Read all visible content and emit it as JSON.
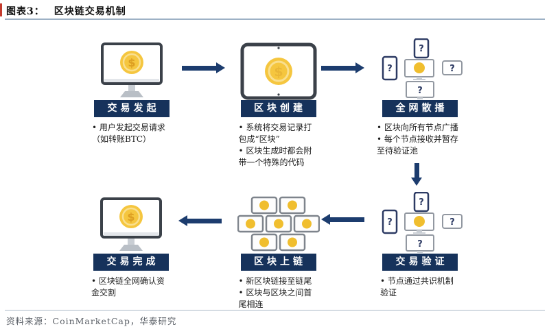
{
  "header": {
    "figure_label": "图表3：",
    "title": "区块链交易机制"
  },
  "footer": {
    "source": "资料来源：CoinMarketCap，华泰研究"
  },
  "glyphs": {
    "dollar": "$",
    "question": "?"
  },
  "colors": {
    "label_navy": "#16325b",
    "arrow_navy": "#1c3c6e",
    "coin_gold": "#f5c63f",
    "rule_blue_gray": "#9db1c5",
    "accent_red": "#c43b2e"
  },
  "steps": [
    {
      "label": "交易发起",
      "icon": "monitor-coin-icon",
      "bullets": [
        "• 用户发起交易请求（如转账BTC）"
      ]
    },
    {
      "label": "区块创建",
      "icon": "tablet-coin-icon",
      "bullets": [
        "• 系统将交易记录打包成“区块”",
        "• 区块生成时都会附带一个特殊的代码"
      ]
    },
    {
      "label": "全网散播",
      "icon": "device-network-icon",
      "bullets": [
        "• 区块向所有节点广播",
        "• 每个节点接收并暂存至待验证池"
      ]
    },
    {
      "label": "交易验证",
      "icon": "device-network-icon",
      "bullets": [
        "• 节点通过共识机制验证"
      ]
    },
    {
      "label": "区块上链",
      "icon": "block-wall-icon",
      "bullets": [
        "• 新区块链接至链尾",
        "• 区块与区块之间首尾相连"
      ]
    },
    {
      "label": "交易完成",
      "icon": "monitor-coin-icon",
      "bullets": [
        "• 区块链全网确认资金交割"
      ]
    }
  ]
}
